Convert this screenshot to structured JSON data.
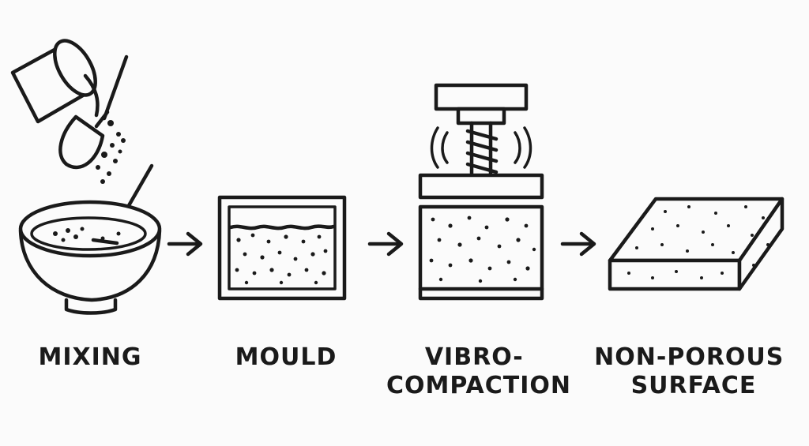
{
  "steps": [
    {
      "id": "mixing",
      "lines": [
        "MIXING"
      ]
    },
    {
      "id": "mould",
      "lines": [
        "MOULD"
      ]
    },
    {
      "id": "vibro-compaction",
      "lines": [
        "VIBRO-",
        "COMPACTION"
      ]
    },
    {
      "id": "non-porous-surface",
      "lines": [
        "NON-POROUS",
        "SURFACE"
      ]
    }
  ]
}
